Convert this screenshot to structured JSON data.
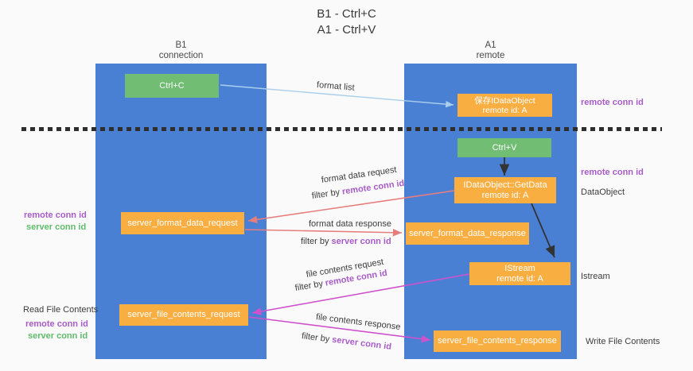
{
  "title": {
    "line1": "B1 - Ctrl+C",
    "line2": "A1 - Ctrl+V"
  },
  "columns": {
    "left": {
      "header_line1": "B1",
      "header_line2": "connection"
    },
    "right": {
      "header_line1": "A1",
      "header_line2": "remote"
    }
  },
  "boxes": {
    "ctrl_c": {
      "label": "Ctrl+C"
    },
    "save_dataobject": {
      "line1": "保存IDataObject",
      "line2": "remote id: A"
    },
    "ctrl_v": {
      "label": "Ctrl+V"
    },
    "getdata": {
      "line1": "IDataObject::GetData",
      "line2": "remote id: A"
    },
    "server_format_data_request": {
      "label": "server_format_data_request"
    },
    "server_format_data_response": {
      "label": "server_format_data_response"
    },
    "istream": {
      "line1": "IStream",
      "line2": "remote id: A"
    },
    "server_file_contents_request": {
      "label": "server_file_contents_request"
    },
    "server_file_contents_response": {
      "label": "server_file_contents_response"
    }
  },
  "arrow_labels": {
    "format_list": "format list",
    "format_data_request": "format data request",
    "format_data_response": "format data response",
    "file_contents_request": "file contents request",
    "file_contents_response": "file contents response",
    "filter_by": "filter by ",
    "remote_conn_id": "remote conn id",
    "server_conn_id": "server conn id"
  },
  "side_labels": {
    "left_remote_conn_id": "remote conn id",
    "left_server_conn_id": "server conn id",
    "read_file_contents": "Read File Contents",
    "left_remote_conn_id_2": "remote conn id",
    "left_server_conn_id_2": "server conn id",
    "right_remote_conn_id_top": "remote conn id",
    "right_remote_conn_id_mid": "remote conn id",
    "dataobject": "DataObject",
    "istream": "Istream",
    "write_file_contents": "Write File Contents"
  },
  "colors": {
    "column_blue": "#4a80d4",
    "box_green": "#71bd73",
    "box_orange": "#f9ae42",
    "arrow_blue": "#a9cfec",
    "arrow_salmon": "#e77e7e",
    "arrow_magenta": "#cf52cd",
    "arrow_black": "#333333",
    "text_purple": "#a85cc8",
    "text_green": "#5fbc6a"
  }
}
